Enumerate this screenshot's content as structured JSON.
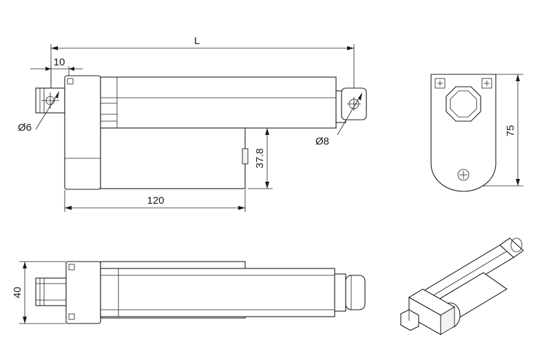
{
  "labels": {
    "length": "L",
    "rear_offset": "10",
    "rear_hole": "Ø6",
    "front_hole": "Ø8",
    "motor_height": "37.8",
    "motor_length": "120",
    "end_height": "75",
    "width": "40"
  },
  "views": [
    "side-view",
    "end-view",
    "top-view",
    "isometric-view"
  ]
}
